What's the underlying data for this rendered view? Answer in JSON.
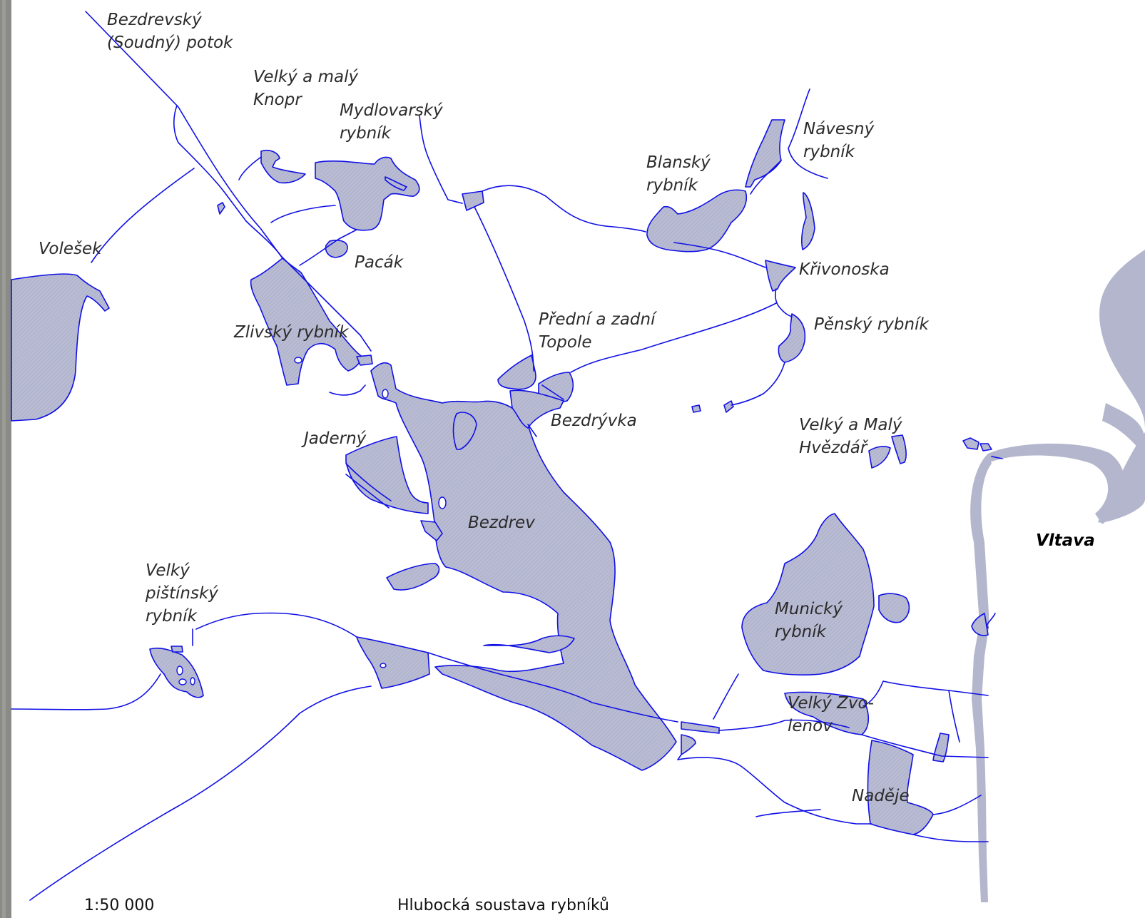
{
  "map": {
    "title": "Hlubocká soustava rybníků",
    "scale": "1:50 000",
    "colors": {
      "stream": "#1010e6",
      "water": "#b8bbd2",
      "river": "#b3b6cc",
      "text": "#2b2b2b"
    },
    "labels": {
      "bezdrevsky_potok": [
        "Bezdrevský",
        "(Soudný) potok"
      ],
      "velky_maly_knopr": [
        "Velký a malý",
        "Knopr"
      ],
      "mydlovarsky": [
        "Mydlovarský",
        "rybník"
      ],
      "navesny": [
        "Návesný",
        "rybník"
      ],
      "blansky": [
        "Blanský",
        "rybník"
      ],
      "volesek": [
        "Volešek"
      ],
      "pacak": [
        "Pacák"
      ],
      "krivonoska": [
        "Křivonoska"
      ],
      "predni_zadni_topole": [
        "Přední a zadní",
        "Topole"
      ],
      "pensky": [
        "Pěnský rybník"
      ],
      "zlivsky": [
        "Zlivský rybník"
      ],
      "bezdryvka": [
        "Bezdrývka"
      ],
      "velky_maly_hvezdar": [
        "Velký a Malý",
        "Hvězdář"
      ],
      "jaderny": [
        "Jaderný"
      ],
      "bezdrev": [
        "Bezdrev"
      ],
      "vltava": [
        "Vltava"
      ],
      "velky_pistinsky": [
        "Velký",
        "pištínský",
        "rybník"
      ],
      "municky": [
        "Munický",
        "rybník"
      ],
      "velky_zvolenov": [
        "Velký Zvo-",
        "lenov"
      ],
      "nadeje": [
        "Naděje"
      ]
    }
  }
}
